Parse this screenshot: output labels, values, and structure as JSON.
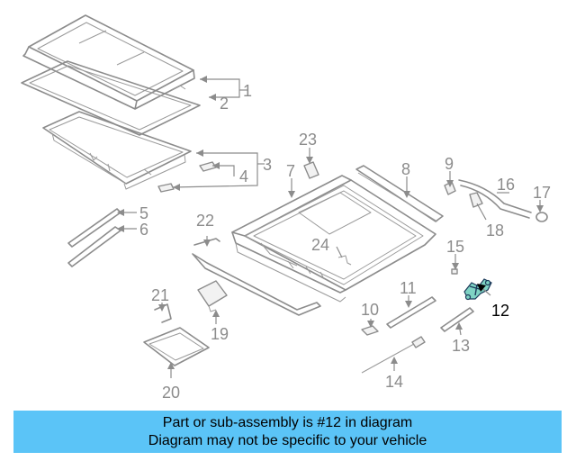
{
  "diagram": {
    "callouts": [
      "1",
      "2",
      "3",
      "4",
      "5",
      "6",
      "7",
      "8",
      "9",
      "10",
      "11",
      "12",
      "13",
      "14",
      "15",
      "16",
      "17",
      "18",
      "19",
      "20",
      "21",
      "22",
      "23",
      "24"
    ],
    "highlighted_part": "12"
  },
  "banner": {
    "line1": "Part or sub-assembly is #12 in diagram",
    "line2": "Diagram may not be specific to your vehicle"
  },
  "colors": {
    "banner_bg": "#5bc4f7",
    "line_gray": "#8c8c8c",
    "highlight_fill": "#7fd3c4"
  }
}
